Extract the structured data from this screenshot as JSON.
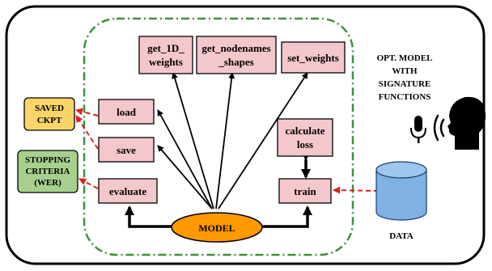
{
  "nodes": {
    "get_1d_weights": [
      "get_1D_",
      "weights"
    ],
    "get_nodenames_shapes": [
      "get_nodenames",
      "_shapes"
    ],
    "set_weights": [
      "set_weights"
    ],
    "load": [
      "load"
    ],
    "save": [
      "save"
    ],
    "evaluate": [
      "evaluate"
    ],
    "calculate_loss": [
      "calculate",
      "loss"
    ],
    "train": [
      "train"
    ],
    "model": [
      "MODEL"
    ],
    "saved_ckpt": [
      "SAVED",
      "CKPT"
    ],
    "stopping_criteria": [
      "STOPPING",
      "CRITERIA",
      "(WER)"
    ],
    "data": [
      "DATA"
    ]
  },
  "opt_model_label": [
    "OPT. MODEL",
    "WITH",
    "SIGNATURE",
    "FUNCTIONS"
  ],
  "colors": {
    "function_box_fill": "#f4c7cc",
    "saved_ckpt_fill": "#f9d56a",
    "stopping_fill": "#a8d08d",
    "model_fill": "#ff9900",
    "data_fill": "#7fb1e3",
    "dashed_border": "#3f8f3f",
    "red_arrow": "#e02020"
  },
  "icons": [
    "microphone-icon",
    "speaking-head-icon",
    "database-cylinder-icon"
  ]
}
